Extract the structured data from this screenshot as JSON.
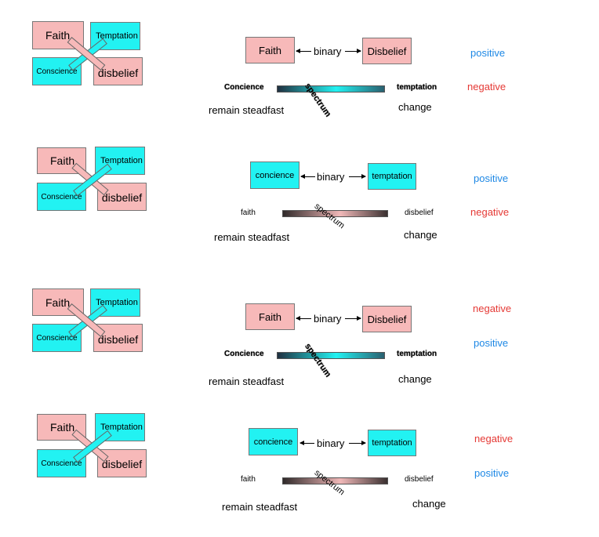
{
  "diagrams": [
    {
      "icon": {
        "faith": "Faith",
        "temptation": "Temptation",
        "conscience": "Conscience",
        "disbelief": "disbelief"
      },
      "binary": {
        "left": "Faith",
        "middle": "binary",
        "right": "Disbelief"
      },
      "spectrum": {
        "left": "Concience",
        "middle": "spectrum",
        "right": "temptation",
        "below_left": "remain steadfast",
        "below_right": "change"
      },
      "labels": {
        "first": "positive",
        "second": "negative"
      }
    },
    {
      "icon": {
        "faith": "Faith",
        "temptation": "Temptation",
        "conscience": "Conscience",
        "disbelief": "disbelief"
      },
      "binary": {
        "left": "concience",
        "middle": "binary",
        "right": "temptation"
      },
      "spectrum": {
        "left": "faith",
        "middle": "spectrum",
        "right": "disbelief",
        "below_left": "remain steadfast",
        "below_right": "change"
      },
      "labels": {
        "first": "positive",
        "second": "negative"
      }
    },
    {
      "icon": {
        "faith": "Faith",
        "temptation": "Temptation",
        "conscience": "Conscience",
        "disbelief": "disbelief"
      },
      "binary": {
        "left": "Faith",
        "middle": "binary",
        "right": "Disbelief"
      },
      "spectrum": {
        "left": "Concience",
        "middle": "spectrum",
        "right": "temptation",
        "below_left": "remain steadfast",
        "below_right": "change"
      },
      "labels": {
        "first": "negative",
        "second": "positive"
      }
    },
    {
      "icon": {
        "faith": "Faith",
        "temptation": "Temptation",
        "conscience": "Conscience",
        "disbelief": "disbelief"
      },
      "binary": {
        "left": "concience",
        "middle": "binary",
        "right": "temptation"
      },
      "spectrum": {
        "left": "faith",
        "middle": "spectrum",
        "right": "disbelief",
        "below_left": "remain steadfast",
        "below_right": "change"
      },
      "labels": {
        "first": "negative",
        "second": "positive"
      }
    }
  ],
  "colors": {
    "pink": "#f7b9b9",
    "cyan": "#22f2f2",
    "positive": "#1e88e5",
    "negative": "#e53935"
  }
}
